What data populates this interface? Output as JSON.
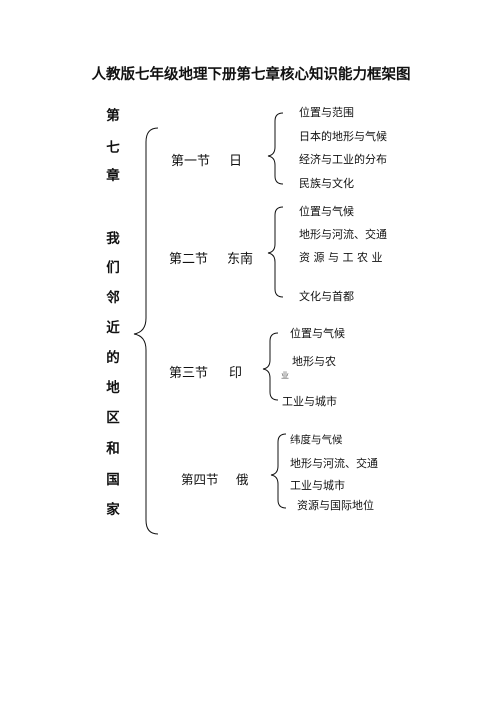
{
  "title": "人教版七年级地理下册第七章核心知识能力框架图",
  "chapter_chars": [
    "第",
    "七",
    "章",
    "我",
    "们",
    "邻",
    "近",
    "的",
    "地",
    "区",
    "和",
    "国",
    "家"
  ],
  "sections": [
    {
      "label": "第一节",
      "topic": "日",
      "items": [
        "位置与范围",
        "日本的地形与气候",
        "经济与工业的分布",
        "民族与文化"
      ]
    },
    {
      "label": "第二节",
      "topic": "东南",
      "items": [
        "位置与气候",
        "地形与河流、交通",
        "资 源 与 工 农 业",
        "文化与首都"
      ]
    },
    {
      "label": "第三节",
      "topic": "印",
      "items": [
        "位置与气候",
        "地形与农",
        "业",
        "工业与城市"
      ]
    },
    {
      "label": "第四节",
      "topic": "俄",
      "items": [
        "纬度与气候",
        "地形与河流、交通",
        "工业与城市",
        "资源与国际地位"
      ]
    }
  ]
}
